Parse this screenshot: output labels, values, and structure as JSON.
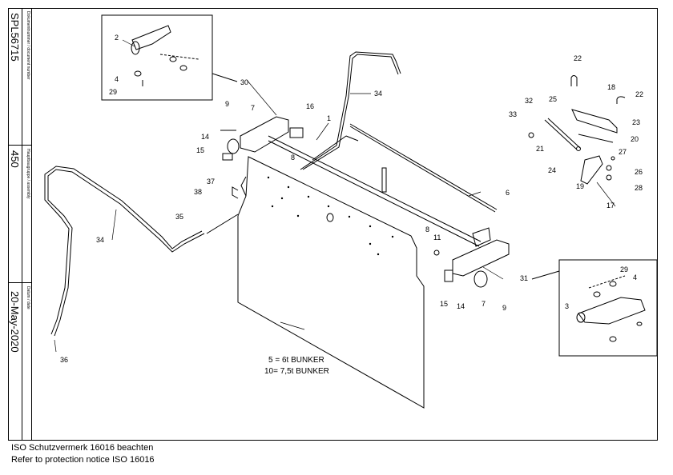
{
  "sidebar": {
    "doc_caption": "Dokumentnummer / document number",
    "doc_number": "SPL56715",
    "assembly_caption": "Hauptbaugruppe / assembly",
    "assembly_number": "450",
    "date_caption": "Datum / date",
    "date_value": "20-May-2020"
  },
  "callouts": {
    "c1": "1",
    "c2": "2",
    "c3": "3",
    "c4a": "4",
    "c4b": "4",
    "c6": "6",
    "c7a": "7",
    "c7b": "7",
    "c8a": "8",
    "c8b": "8",
    "c9a": "9",
    "c9b": "9",
    "c11": "11",
    "c14a": "14",
    "c14b": "14",
    "c15a": "15",
    "c15b": "15",
    "c16": "16",
    "c17": "17",
    "c18": "18",
    "c19": "19",
    "c20": "20",
    "c21": "21",
    "c22a": "22",
    "c22b": "22",
    "c23": "23",
    "c24": "24",
    "c25": "25",
    "c26": "26",
    "c27": "27",
    "c28": "28",
    "c29a": "29",
    "c29b": "29",
    "c30": "30",
    "c31": "31",
    "c32": "32",
    "c33": "33",
    "c34a": "34",
    "c34b": "34",
    "c35": "35",
    "c36": "36",
    "c37": "37",
    "c38": "38"
  },
  "bunker_note": {
    "line1": "5 = 6t BUNKER",
    "line2": "10= 7,5t BUNKER"
  },
  "footer": {
    "line1": "ISO Schutzvermerk 16016 beachten",
    "line2": "Refer to protection notice ISO 16016"
  }
}
